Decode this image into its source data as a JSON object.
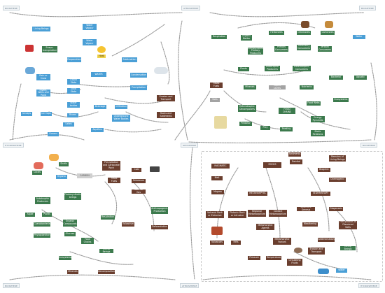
{
  "corners": {
    "tl": "BIOSPHERE",
    "tc": "ATMOSPHERE",
    "tr": "BIOSPHERE",
    "ml": "HYDROSPHERE",
    "mc": "GEOSPHERE",
    "mr": "BIOSPHERE",
    "bl": "BIOSPHERE",
    "bc": "ATMOSPHERE",
    "br": "HYDROSPHERE"
  },
  "water": {
    "living_beings": "Living Beings",
    "evapotranspiration": "Evapo-transpiration",
    "evaporation": "Evaporation",
    "water_vapour": "Water Vapour",
    "water_vapour2": "Water Vapour",
    "heat": "Heat",
    "water": "WATER",
    "sublimation": "Sublimation",
    "condensation": "Condensation",
    "rain_snow": "Rain or Snow",
    "rivers_fluvial": "Rivers, Wells and Pools",
    "liquid_state": "Liquid State",
    "solid_state": "Solid State",
    "precipitation": "Precipitation",
    "water_bodies": "Water bodies",
    "erosion_transport": "Erosion and Transport",
    "icecaps": "Icecaps",
    "ice_caps": "Ice Caps",
    "rivers": "Rivers",
    "lakes": "Lakes",
    "drainage": "Drainage",
    "infiltration": "Infiltration",
    "underground": "Underground Water Bodies",
    "oceans": "Oceans",
    "aquifers": "Aquifers",
    "rocks_sediments": "Rocks and Sediments"
  },
  "food": {
    "respiration": "Respiration",
    "organic_matter": "Organic Matter",
    "herbivores": "Herbivores",
    "omnivores": "Omnivores",
    "carnivores": "Carnivores",
    "water": "Water",
    "chemosynthetic": "Chemosynthetic Primary Producers",
    "primary": "Primary Consumers",
    "secondary": "Secondary Consumers",
    "tertiary": "Tertiary Consumers",
    "plants": "Plants",
    "autotrophic": "Autotrophic Producers",
    "heterotrophic": "Heterotrophic Consumers",
    "fossil_fuels": "Fossil Fuels",
    "minerals": "Minerals",
    "trophic_levels": "Trophic Levels",
    "nutrients": "Nutrients",
    "bacterial": "Bacterial",
    "aquatic": "Aquatic",
    "soils": "Soils",
    "heterotrophic_decomposers": "Heterotrophic Decomposers",
    "food_chains": "FOOD CHAINS",
    "food_webs": "Food Webs",
    "ecosystems": "Ecosystems",
    "predator": "Predator",
    "prey": "Prey",
    "feeding": "Feeding",
    "energy": "Energy Pyramids",
    "biotic": "Biotic Relations"
  },
  "carbon": {
    "shells": "Shells",
    "corals": "Corals",
    "organic": "Organic",
    "carbon": "CARBON",
    "carbonate_rock": "Precipitation and Carbonate Rock",
    "fossil_fuels": "Fossil Fuels",
    "coal": "Coal",
    "petroleum": "Petroleum",
    "natural_gas": "Natural Gas",
    "autotrophic": "Autotrophic Producers",
    "photosynthetic": "Photosynthetic beings",
    "algae": "Algae",
    "plants": "Plants",
    "cyanobacteria": "Cyanobacteria",
    "organic_compounds": "Organic Compounds",
    "phytoplankton": "Phytoplankton",
    "glucose": "Glucose",
    "food_chains": "Food Chains",
    "respiration": "Respiration",
    "volcanism": "Volcanism",
    "anthropogenic": "Anthropogenic Production",
    "deforestation": "Deforestation",
    "ecosystems": "Ecosystems",
    "living_beings": "Living Beings",
    "minerals": "Minerals",
    "decomposition": "Decomposition"
  },
  "rocks": {
    "magmatic": "MAGMATIC",
    "rocks": "ROCKS",
    "detrital": "Detrital",
    "sediments": "Sediments",
    "remains": "Remains of Living Beings",
    "biogenic": "Biogenic",
    "chemogenic": "Chemogenic",
    "melt": "Melt",
    "magma": "Magma",
    "metamorphic": "METAMORPHIC",
    "sedimentary": "SEDIMENTARY",
    "sediment_genesis": "Sediment Genesis",
    "diagenesis": "Diagenesis",
    "volcanic": "Volcanic Rock or Extrusive",
    "plutonic": "Plutonic Rock or Intrusive",
    "regional": "Regional Metamorphism",
    "contact": "Contact Metamorphism",
    "metamorphic_agents": "Metamorphic Agents",
    "weathering": "Weathering",
    "precipitation": "Precipitation of Dissolved Salts",
    "volcanoes": "Volcanoes",
    "rifts": "Rifts",
    "metamorphic_factors": "Metamorphic Factors",
    "sedimentation": "Sedimentation",
    "pressure": "Pressure",
    "temperature": "Temperature",
    "circulating": "Circulating Fluids",
    "erosion": "Erosion and Transport",
    "living_beings": "Living Beings",
    "water": "Water"
  },
  "colors": {
    "blue": "#4a9fd6",
    "green": "#3c7a4d",
    "brown": "#6a3e2e",
    "gray": "#a3a3a3",
    "line": "#9a9a9a"
  }
}
